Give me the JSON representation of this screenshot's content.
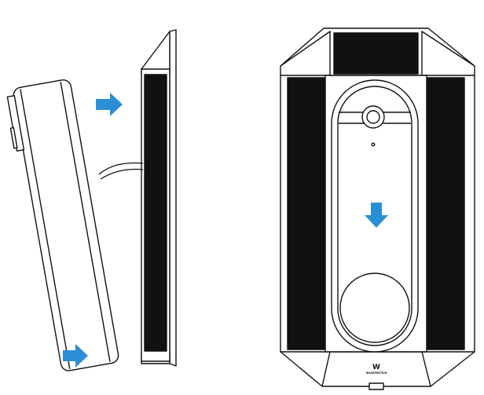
{
  "figure": {
    "left_view": {
      "arrow_color": "#2b8fd6",
      "arrow_direction": "right",
      "arrow_count": 2
    },
    "right_view": {
      "arrow_color": "#2b8fd6",
      "arrow_direction": "down",
      "logo_mark": "W",
      "logo_text": "WASSERSTEIN"
    },
    "line_color": "#111111",
    "background_color": "#ffffff"
  }
}
